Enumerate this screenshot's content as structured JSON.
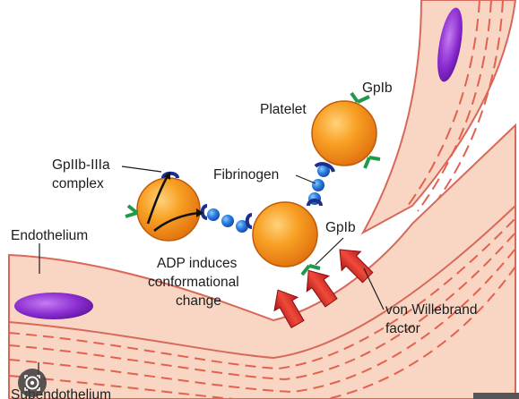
{
  "labels": {
    "gpib_top": "GpIb",
    "platelet": "Platelet",
    "fibrinogen": "Fibrinogen",
    "gpiib_iiia_line1": "GpIIb-IIIa",
    "gpiib_iiia_line2": "complex",
    "gpib_mid": "GpIb",
    "endothelium": "Endothelium",
    "adp_line1": "ADP induces",
    "adp_line2": "conformational",
    "adp_line3": "change",
    "vwf_line1": "von Willebrand",
    "vwf_line2": "factor",
    "subendothelium": "Subendothelium"
  },
  "icons": {
    "lens_button": "lens-search-icon"
  },
  "colors": {
    "vessel_wall": "#f9d6c3",
    "vessel_outline": "#d8685a",
    "wall_stripes": "#e2614f",
    "nucleus": "#8a2bd0",
    "platelet": "#f28a1c",
    "receptor_gpib": "#1e9a4a",
    "gpiib_iiia": "#1c2f8c",
    "fibrinogen_bead": "#1f6fd6",
    "vwf_arrow": "#e0282c"
  }
}
